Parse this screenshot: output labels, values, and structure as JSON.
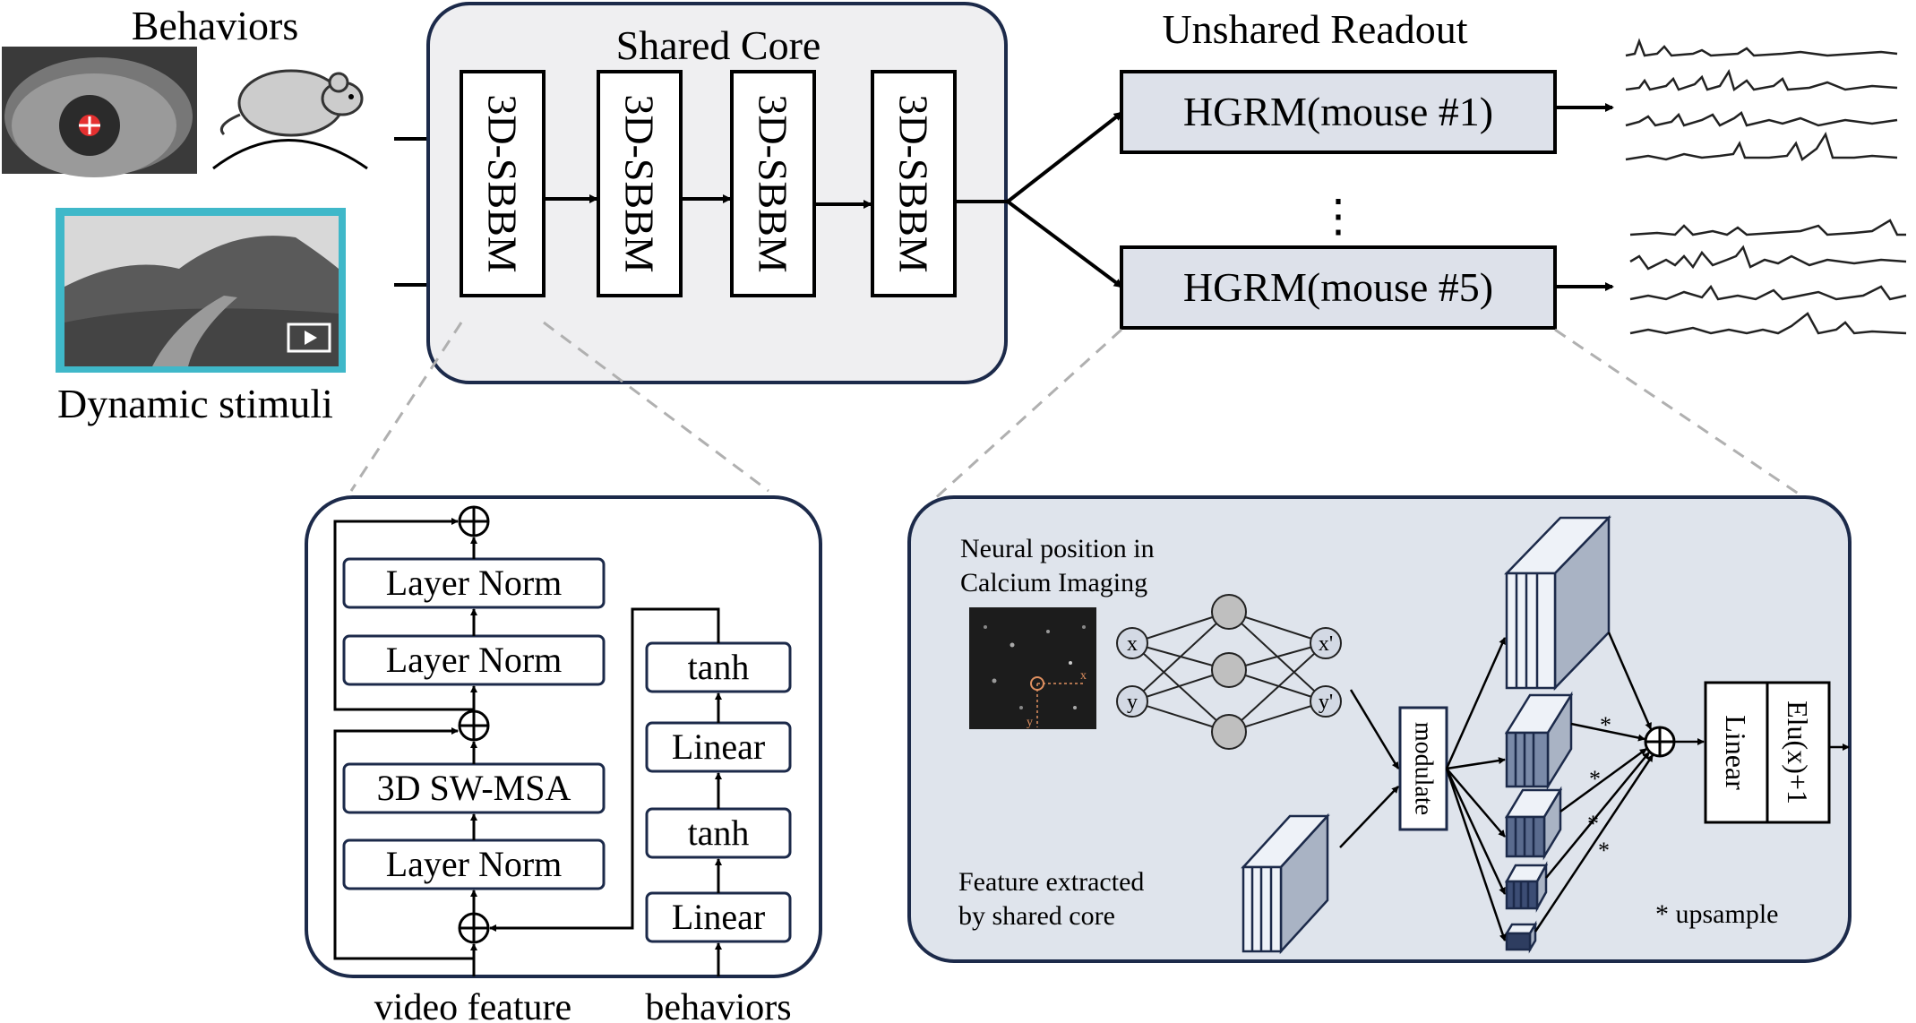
{
  "top": {
    "behaviors_label": "Behaviors",
    "stimuli_label": "Dynamic stimuli",
    "shared_core_title": "Shared Core",
    "core_blocks": [
      "3D-SBBM",
      "3D-SBBM",
      "3D-SBBM",
      "3D-SBBM"
    ],
    "readout_title": "Unshared Readout",
    "readout_blocks": [
      "HGRM(mouse #1)",
      "HGRM(mouse #5)"
    ],
    "ellipsis": "⋮"
  },
  "sbbm_detail": {
    "left_column": [
      "Layer Norm",
      "Layer Norm",
      "3D SW-MSA",
      "Layer Norm"
    ],
    "right_column": [
      "tanh",
      "Linear",
      "tanh",
      "Linear"
    ],
    "inputs": {
      "video": "video feature",
      "behaviors": "behaviors"
    }
  },
  "hgrm_detail": {
    "position_label_line1": "Neural position in",
    "position_label_line2": "Calcium Imaging",
    "in_nodes": [
      "x",
      "y"
    ],
    "out_nodes": [
      "x'",
      "y'"
    ],
    "modulate_label": "modulate",
    "feature_label_line1": "Feature extracted",
    "feature_label_line2": "by shared core",
    "linear_label": "Linear",
    "elu_label": "Elu(x)+1",
    "upsample_note": "* upsample",
    "star": "*",
    "microscope_axis_x": "x",
    "microscope_axis_y": "y"
  },
  "colors": {
    "core_bg": "#efeff1",
    "readout_fill": "#dde1ea",
    "detail_bg": "#dfe4ec",
    "border": "#1c2a4a",
    "cube_face": "#eef2f8",
    "cube_side": "#a9b3c4",
    "cube_dark": "#3c4d74"
  }
}
